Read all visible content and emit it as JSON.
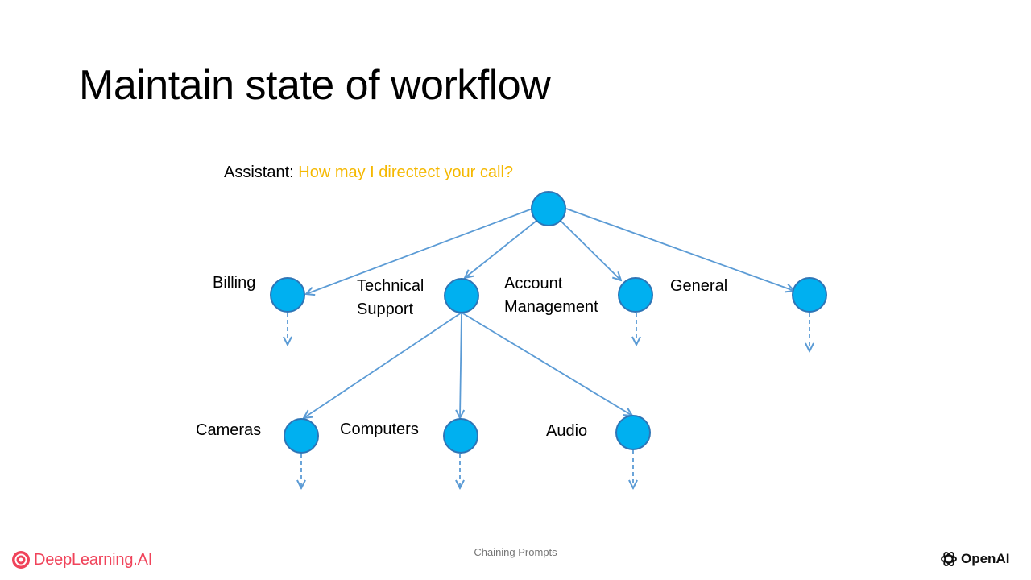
{
  "slide": {
    "title": "Maintain state of workflow",
    "prompt_speaker": "Assistant:",
    "prompt_text": "How may I directect your call?"
  },
  "colors": {
    "node_fill": "#00b0f0",
    "node_stroke": "#2e75b6",
    "edge": "#5b9bd5",
    "prompt_accent": "#f5b800",
    "brand_deeplearning": "#f0435a"
  },
  "nodes": {
    "root": {
      "label": ""
    },
    "billing": {
      "label": "Billing"
    },
    "technical_support": {
      "label_line1": "Technical",
      "label_line2": "Support"
    },
    "account_management": {
      "label_line1": "Account",
      "label_line2": "Management"
    },
    "general": {
      "label": "General"
    },
    "cameras": {
      "label": "Cameras"
    },
    "computers": {
      "label": "Computers"
    },
    "audio": {
      "label": "Audio"
    }
  },
  "footer": {
    "center_text": "Chaining Prompts",
    "left_logo_text": "DeepLearning.AI",
    "left_logo_icon": "deeplearning-ai-icon",
    "right_logo_text": "OpenAI",
    "right_logo_icon": "openai-icon"
  }
}
